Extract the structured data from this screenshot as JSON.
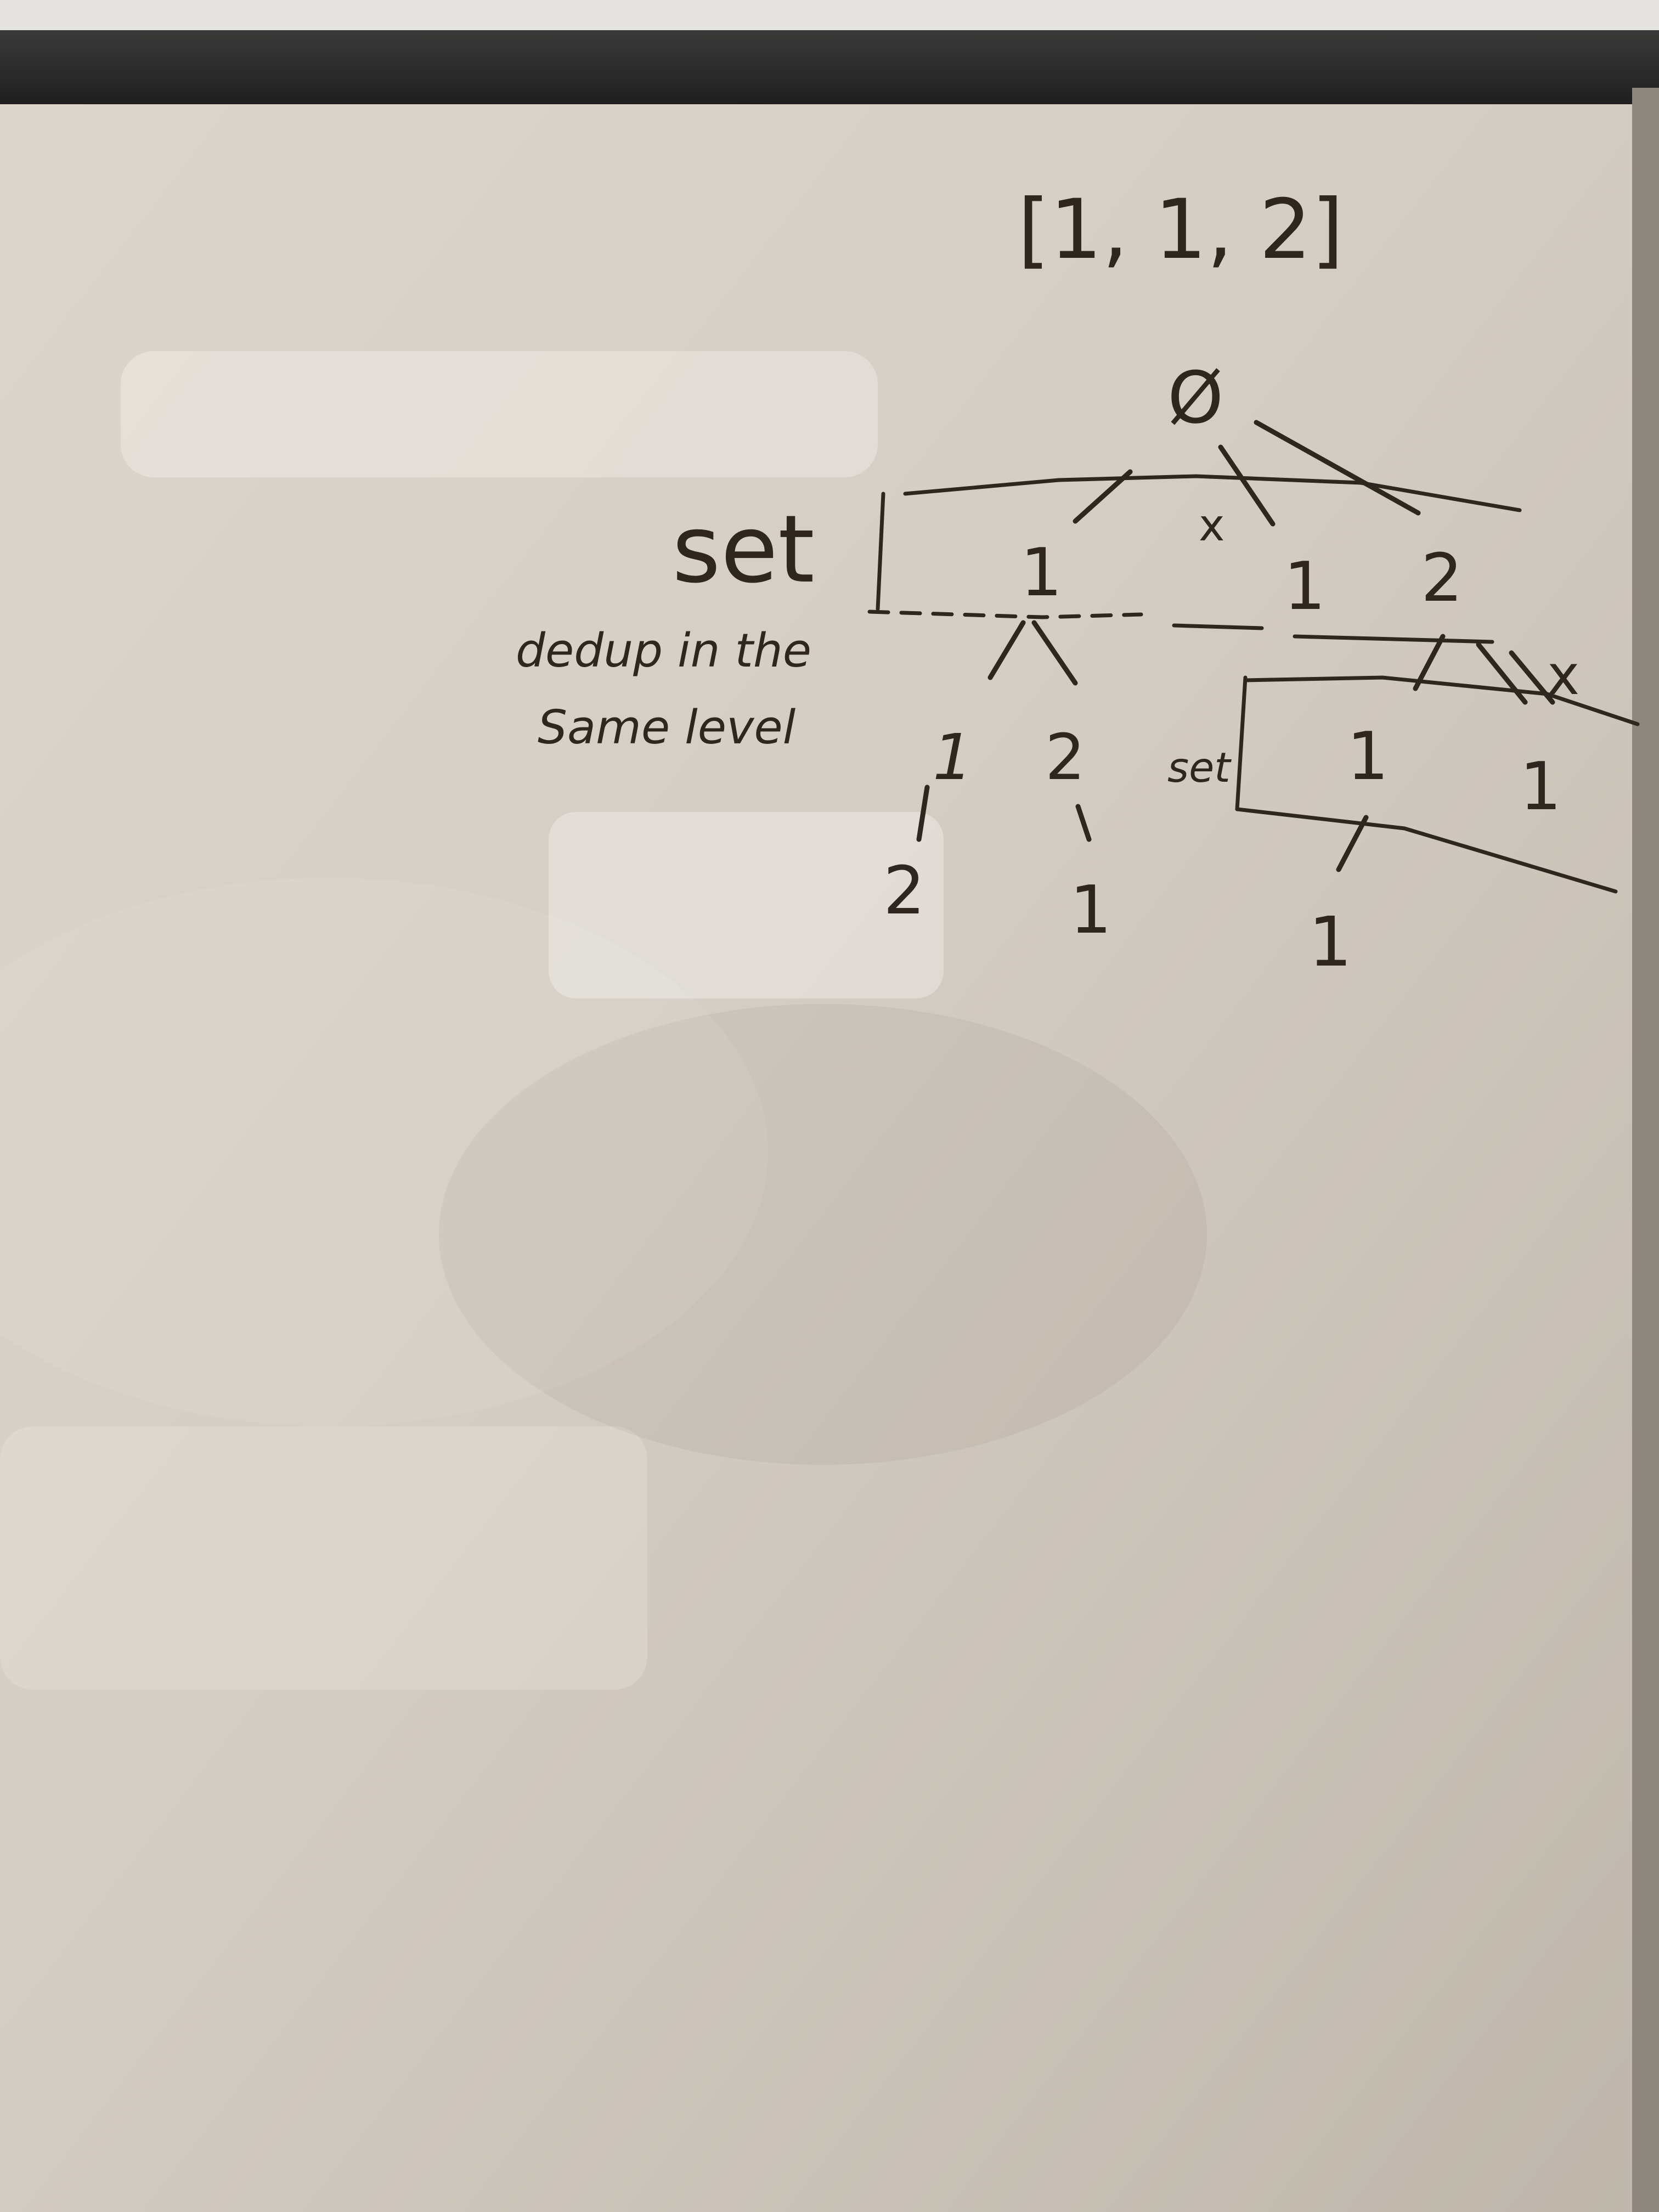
{
  "whiteboard": {
    "array_label": "[1, 1, 2]",
    "root_symbol": "Ø",
    "level1": {
      "node_a": "1",
      "node_b": "1",
      "node_c": "2",
      "crossed_mark": "x"
    },
    "level2_left": {
      "node_a": "1",
      "node_b": "2"
    },
    "level3_left": {
      "node_a": "2",
      "node_b": "1"
    },
    "level2_right": {
      "set_label": "set",
      "node_a": "1",
      "node_b": "1",
      "crossed_mark": "x"
    },
    "level3_right": {
      "node_a": "1"
    },
    "set_label": "set",
    "dedup_note": {
      "line1": "dedup in the",
      "line2": "Same level"
    }
  },
  "colors": {
    "marker": "#2f2620",
    "board": "#d9d2c8",
    "frame": "#2b2a29"
  }
}
